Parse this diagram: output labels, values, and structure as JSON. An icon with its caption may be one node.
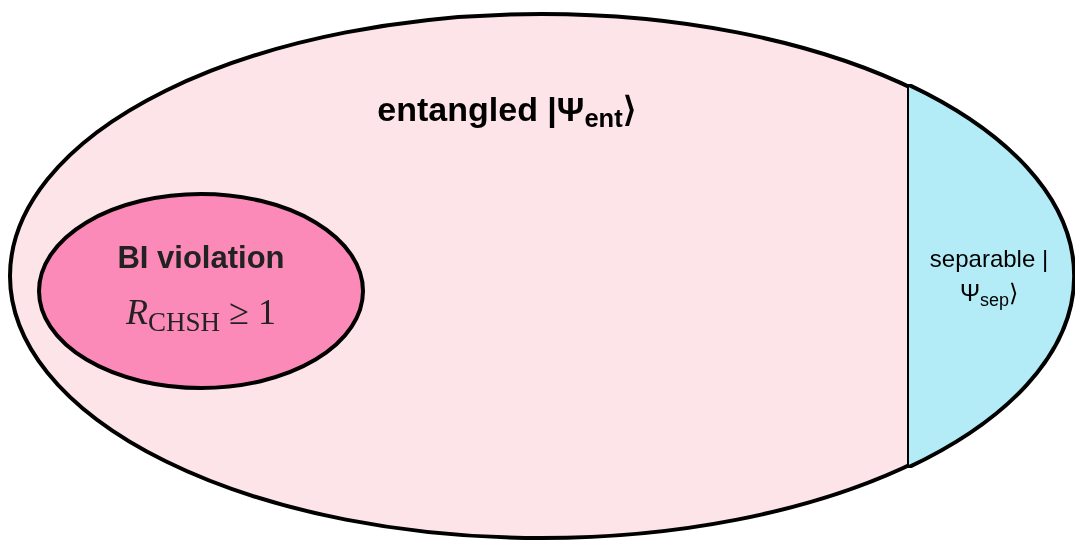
{
  "diagram": {
    "nodes": [
      {
        "text": [
          "entangled |Ψ$_{ent}$⟩"
        ]
      },
      {
        "text": [
          "BI violation",
          "*R*$_{CHSH}$ ≥ 1"
        ],
        "in": 0
      },
      {
        "text": [
          "separable |Ψ$_{sep}$⟩"
        ],
        "in": 0
      }
    ]
  }
}
